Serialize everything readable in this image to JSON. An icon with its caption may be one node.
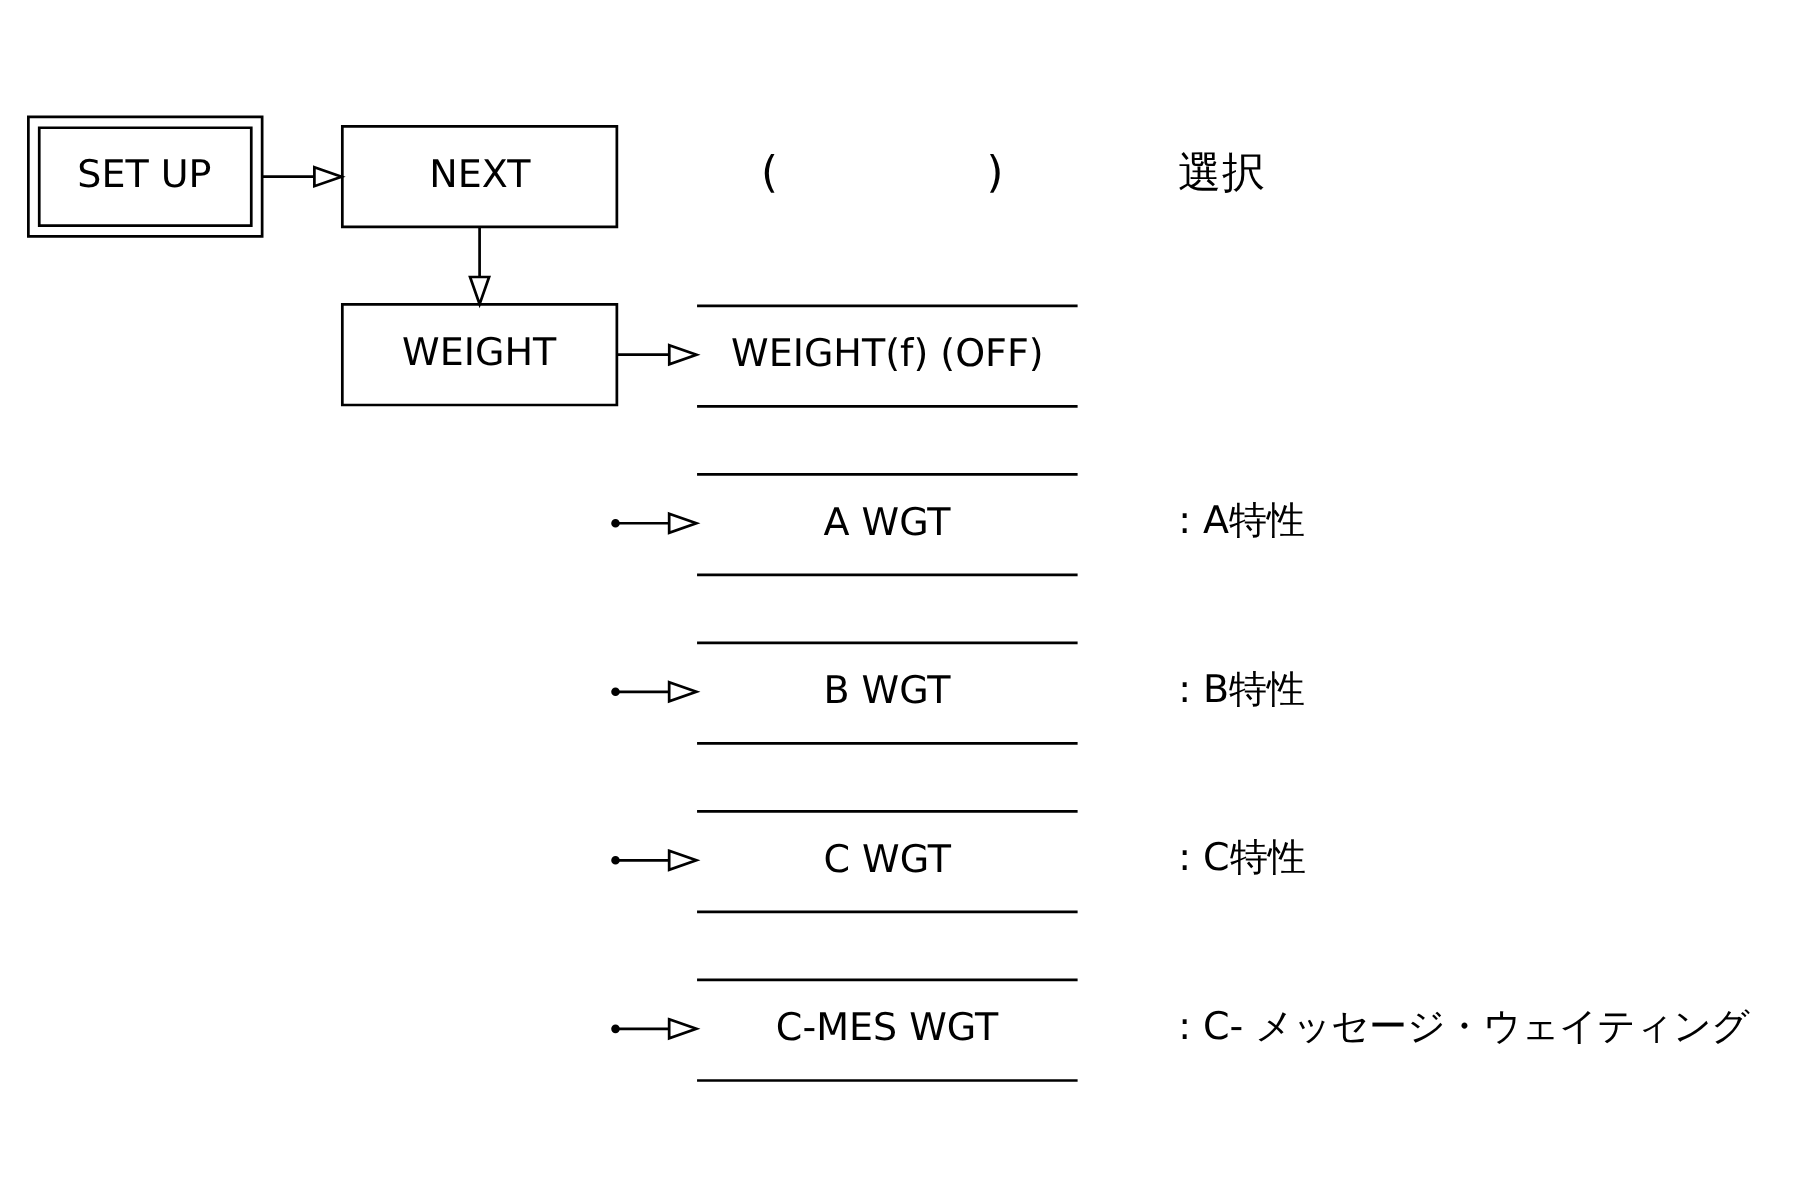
{
  "diagram": {
    "nodes": [
      {
        "text": [
          "SET UP"
        ]
      },
      {
        "text": [
          "NEXT"
        ]
      },
      {
        "text": [
          "WEIGHT"
        ]
      },
      {
        "text": [
          "WEIGHT(f) (OFF)"
        ]
      },
      {
        "text": [
          "A WGT"
        ],
        "beside": [
          ": A特性"
        ]
      },
      {
        "text": [
          "B WGT"
        ],
        "beside": [
          ": B特性"
        ]
      },
      {
        "text": [
          "C WGT"
        ],
        "beside": [
          ": C特性"
        ]
      },
      {
        "text": [
          "C-MES WGT"
        ],
        "beside": [
          ": C- メッセージ・ウェイティング"
        ]
      }
    ],
    "edges": [
      {
        "from": 0,
        "to": 1,
        "arrow": "to"
      },
      {
        "from": 1,
        "to": 2,
        "arrow": "to"
      },
      {
        "from": 2,
        "to": 3,
        "arrow": "to"
      },
      {
        "from": null,
        "to": 4,
        "arrow": "to"
      },
      {
        "from": null,
        "to": 5,
        "arrow": "to"
      },
      {
        "from": null,
        "to": 6,
        "arrow": "to"
      },
      {
        "from": null,
        "to": 7,
        "arrow": "to"
      }
    ],
    "labels": [
      "(",
      ")",
      "選択"
    ]
  }
}
